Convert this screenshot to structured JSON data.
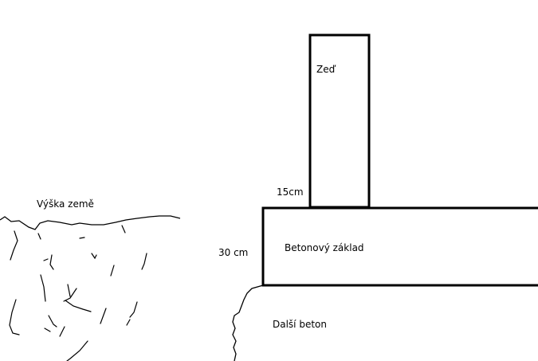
{
  "labels": {
    "ground_level": "Výška země",
    "wall": "Zeď",
    "wall_width": "15cm",
    "foundation_height": "30 cm",
    "foundation": "Betonový základ",
    "more_concrete": "Další beton"
  },
  "colors": {
    "stroke": "#000000",
    "background": "#ffffff"
  }
}
